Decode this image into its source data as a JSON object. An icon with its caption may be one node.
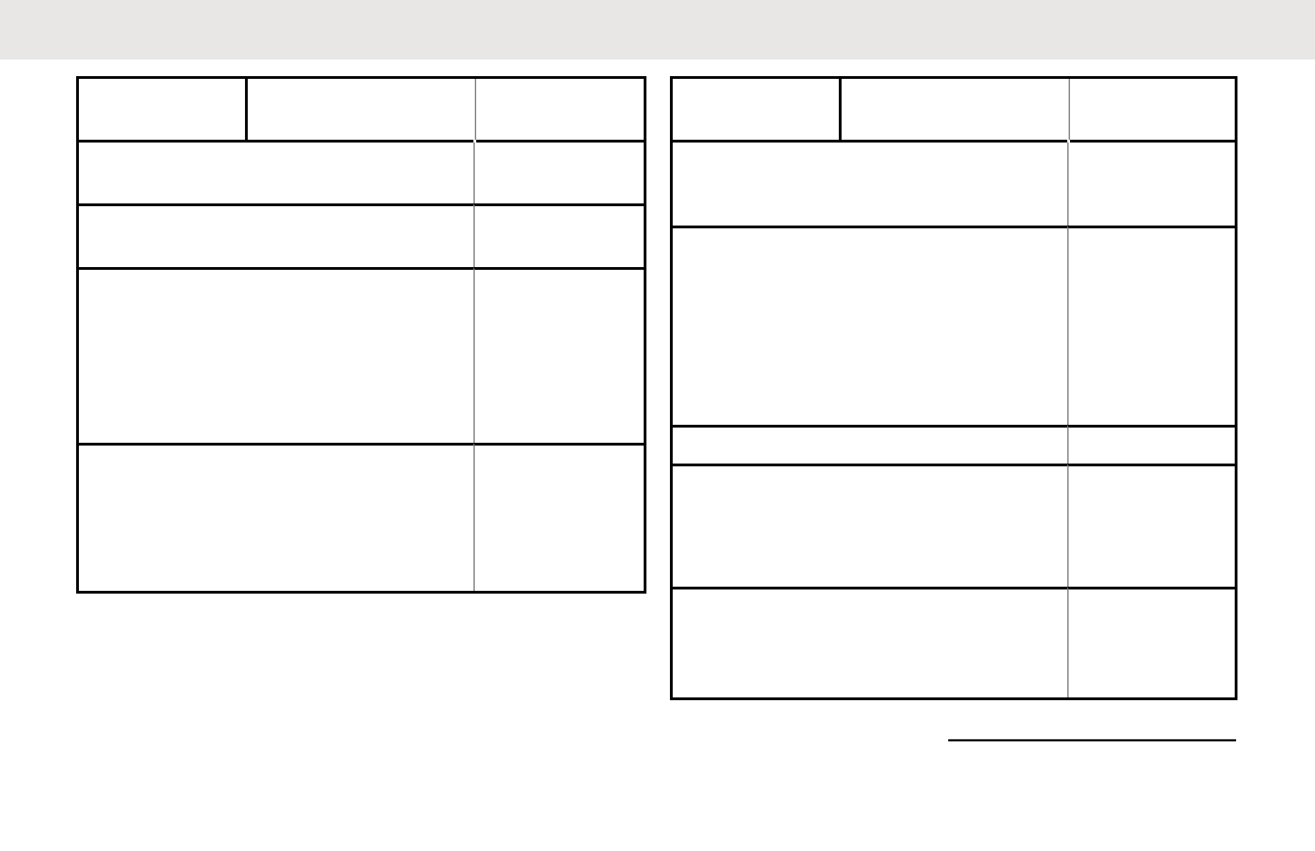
{
  "diagram": {
    "nodes": [
      {
        "text": [],
        "shape": "box"
      },
      {
        "text": [],
        "shape": "box",
        "in": 0
      },
      {
        "text": [],
        "shape": "box",
        "in": 0
      },
      {
        "text": [],
        "shape": "box",
        "in": 0
      },
      {
        "text": [],
        "shape": "box",
        "in": 0
      },
      {
        "text": [],
        "shape": "box",
        "in": 0
      },
      {
        "text": [],
        "shape": "box",
        "in": 0
      },
      {
        "text": [],
        "shape": "box",
        "in": 0
      },
      {
        "text": [],
        "shape": "box",
        "in": 0
      },
      {
        "text": [],
        "shape": "box",
        "in": 0
      },
      {
        "text": [],
        "shape": "box",
        "in": 0
      },
      {
        "text": [],
        "shape": "box",
        "in": 0
      },
      {
        "text": [],
        "shape": "box"
      },
      {
        "text": [],
        "shape": "box",
        "in": 12
      },
      {
        "text": [],
        "shape": "box",
        "in": 12
      },
      {
        "text": [],
        "shape": "box",
        "in": 12
      },
      {
        "text": [],
        "shape": "box",
        "in": 12
      },
      {
        "text": [],
        "shape": "box",
        "in": 12
      },
      {
        "text": [],
        "shape": "box",
        "in": 12
      },
      {
        "text": [],
        "shape": "box",
        "in": 12
      },
      {
        "text": [],
        "shape": "box",
        "in": 12
      },
      {
        "text": [],
        "shape": "box",
        "in": 12
      },
      {
        "text": [],
        "shape": "box",
        "in": 12
      },
      {
        "text": [],
        "shape": "box",
        "in": 12
      },
      {
        "text": [],
        "shape": "box",
        "in": 12
      },
      {
        "text": [],
        "shape": "box",
        "in": 12
      }
    ]
  }
}
